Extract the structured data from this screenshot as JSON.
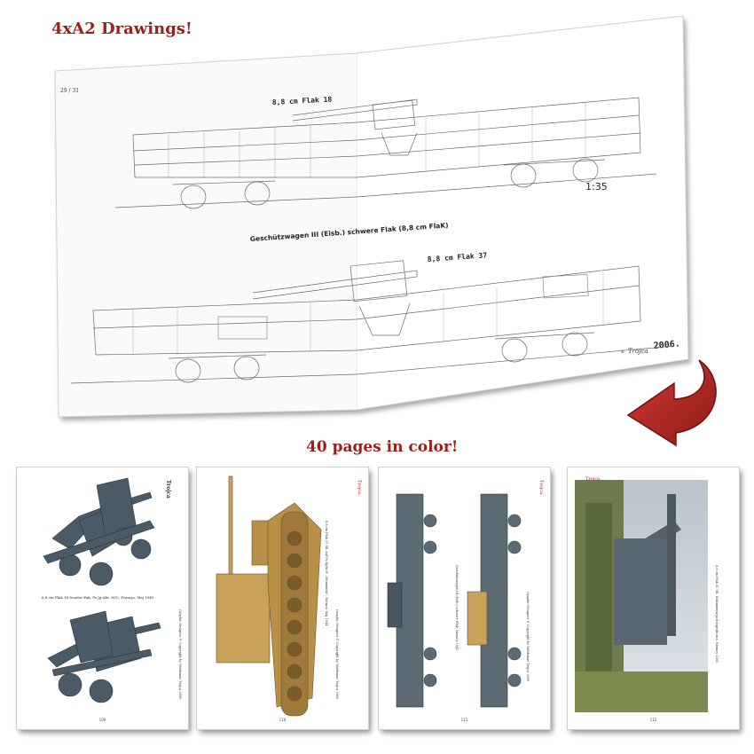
{
  "headlines": {
    "top": "4xA2 Drawings!",
    "middle": "40 pages in color!"
  },
  "drawing_sheet": {
    "sheet_id": "29 / 31",
    "title_upper": "8,8 cm Flak 18",
    "title_main": "Geschützwagen III (Eisb.) schwere Flak (8,8 cm FlaK)",
    "title_lower": "8,8 cm Flak 37",
    "scale": "1:35",
    "brand_prefix": "x",
    "brand_name": "Trojca",
    "brand_year": "2006."
  },
  "arrow": {
    "color": "#b2201c",
    "icon": "curved-arrow-icon"
  },
  "pages": [
    {
      "page_number": "109",
      "caption": "8,8 cm Flak 18 Sonder-Pak, Pz.Jg.Abt. 8(S), Francja, Maj 1940",
      "side_text": "Graphic Designer © Copyright by Waldemar Trojca 2006",
      "corner_logo": "Trojca"
    },
    {
      "page_number": "110",
      "caption": "8,8 cm Flak 37 Sfl. auf Pz.Kpfw.IV „Brummbär”, Niemcy, Maj 1944",
      "side_text": "Graphic Designer © Copyright by Waldemar Trojca 2006",
      "corner_logo": "Trojca"
    },
    {
      "page_number": "111",
      "caption": "Geschützwagen III (Eisb.) schwere Flak, Niemcy 1943",
      "side_text": "Graphic Designer © Copyright by Waldemar Trojca 2006",
      "corner_logo": "Trojca"
    },
    {
      "page_number": "112",
      "caption": "8,8 cm Flak 41 Sfl. Dokumentacja fotograficzna, Niemcy 2005",
      "side_text": "Graphic Designer © Copyright by Waldemar Trojca 2006",
      "corner_logo": "Trojca"
    }
  ],
  "colors": {
    "headline": "#9b1f1b",
    "gun_grey": "#4a5a66",
    "sand": "#c8a15a",
    "rail_grey": "#5c6a74"
  }
}
